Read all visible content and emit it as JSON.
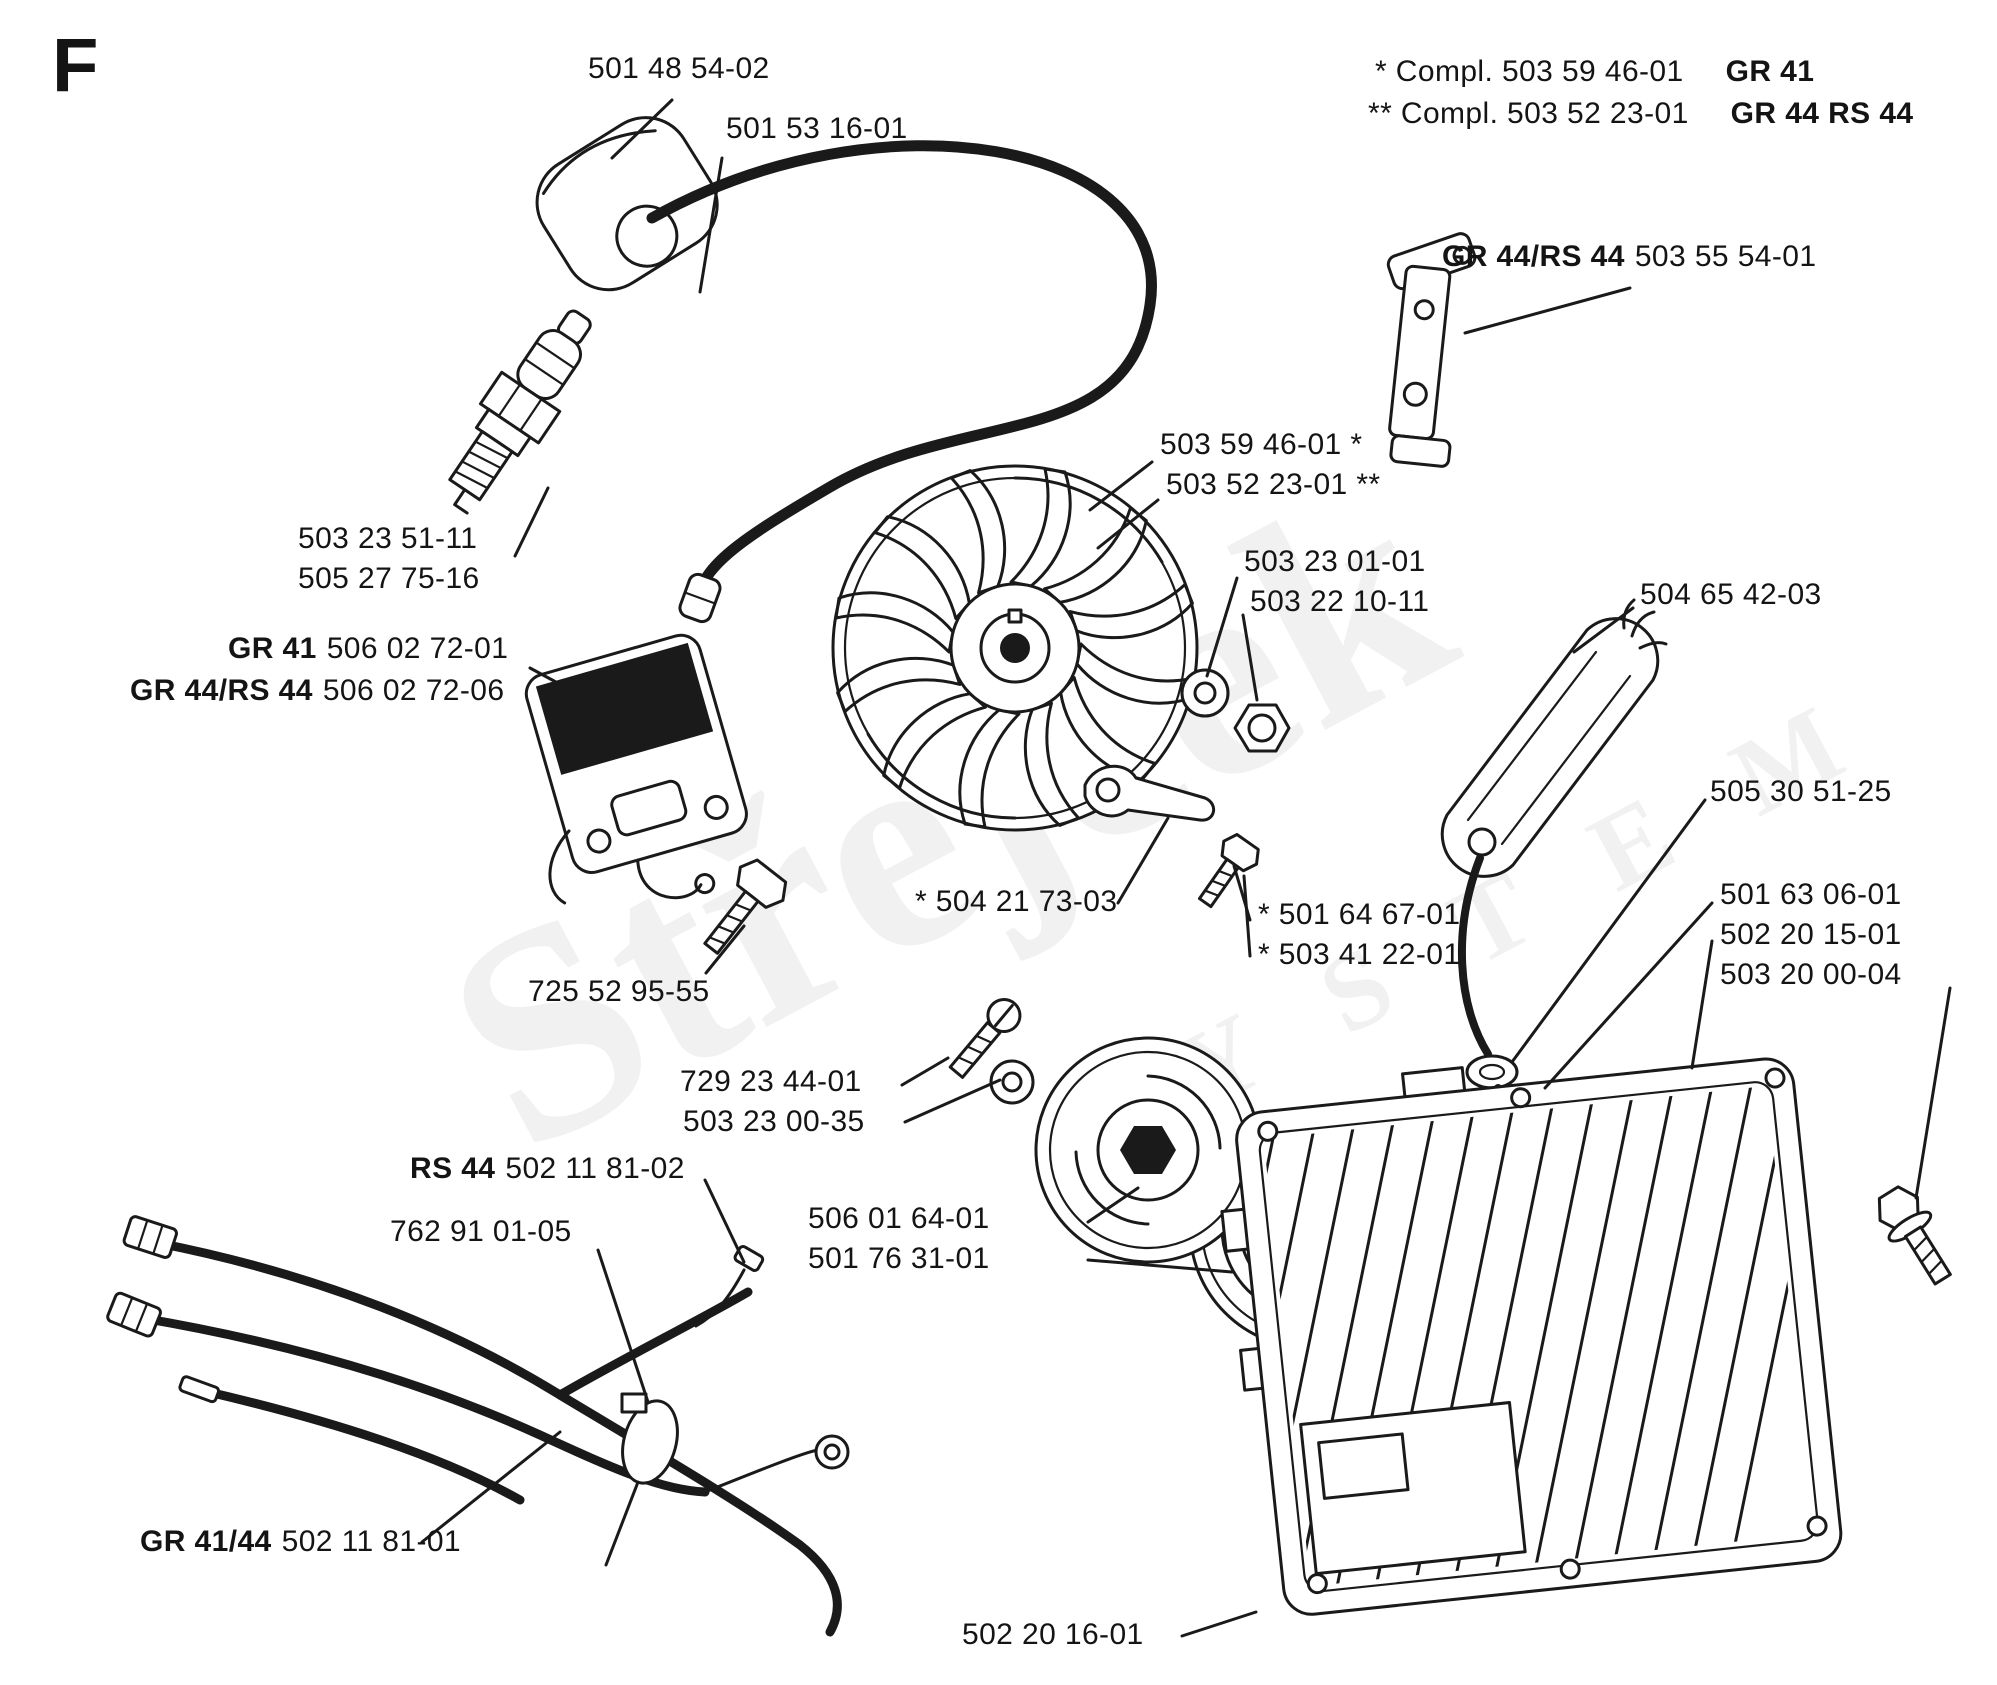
{
  "diagram": {
    "section_letter": "F",
    "watermark": {
      "word1": "Střejček",
      "word2": "S Y S T E M"
    },
    "notes": [
      {
        "text": "* Compl. 503 59 46-01",
        "group": "GR 41"
      },
      {
        "text": "** Compl. 503 52 23-01",
        "group": "GR 44 RS 44"
      }
    ],
    "labels": [
      {
        "prefix": "",
        "part": "501 48 54-02"
      },
      {
        "prefix": "",
        "part": "501 53 16-01"
      },
      {
        "prefix": "GR 44/RS 44",
        "part": "503 55 54-01"
      },
      {
        "prefix": "",
        "part": "503 59 46-01 *"
      },
      {
        "prefix": "",
        "part": "503 52 23-01 **"
      },
      {
        "prefix": "",
        "part": "503 23 01-01"
      },
      {
        "prefix": "",
        "part": "503 22 10-11"
      },
      {
        "prefix": "",
        "part": "504 65 42-03"
      },
      {
        "prefix": "",
        "part": "503 23 51-11"
      },
      {
        "prefix": "",
        "part": "505 27 75-16"
      },
      {
        "prefix": "GR 41",
        "part": "506 02 72-01"
      },
      {
        "prefix": "GR 44/RS 44",
        "part": "506 02 72-06"
      },
      {
        "prefix": "",
        "part": "505 30 51-25"
      },
      {
        "prefix": "",
        "part": "501 63 06-01"
      },
      {
        "prefix": "",
        "part": "502 20 15-01"
      },
      {
        "prefix": "",
        "part": "503 20 00-04"
      },
      {
        "prefix": "",
        "part": "* 504 21 73-03"
      },
      {
        "prefix": "",
        "part": "* 501 64 67-01"
      },
      {
        "prefix": "",
        "part": "* 503 41 22-01"
      },
      {
        "prefix": "",
        "part": "725 52 95-55"
      },
      {
        "prefix": "",
        "part": "729 23 44-01"
      },
      {
        "prefix": "",
        "part": "503 23 00-35"
      },
      {
        "prefix": "RS 44",
        "part": "502 11 81-02"
      },
      {
        "prefix": "",
        "part": "762 91 01-05"
      },
      {
        "prefix": "",
        "part": "506 01 64-01"
      },
      {
        "prefix": "",
        "part": "501 76 31-01"
      },
      {
        "prefix": "GR 41/44",
        "part": "502 11 81-01"
      },
      {
        "prefix": "",
        "part": "502 20 16-01"
      }
    ],
    "parts_depicted": [
      "spark-plug-cap",
      "spark-plug",
      "ignition-lead",
      "lead-ferrule",
      "ignition-module",
      "module-screw",
      "flywheel",
      "flywheel-washer",
      "flywheel-nut",
      "starter-pawl",
      "pawl-screw",
      "mounting-bracket",
      "starter-handle",
      "starter-rope",
      "rope-grommet",
      "starter-pulley",
      "recoil-spring",
      "pulley-screw",
      "pulley-washer",
      "starter-housing",
      "housing-screw",
      "wiring-harness",
      "harness-connector",
      "cable-clamp",
      "ring-terminal",
      "short-circuit-wire"
    ]
  }
}
